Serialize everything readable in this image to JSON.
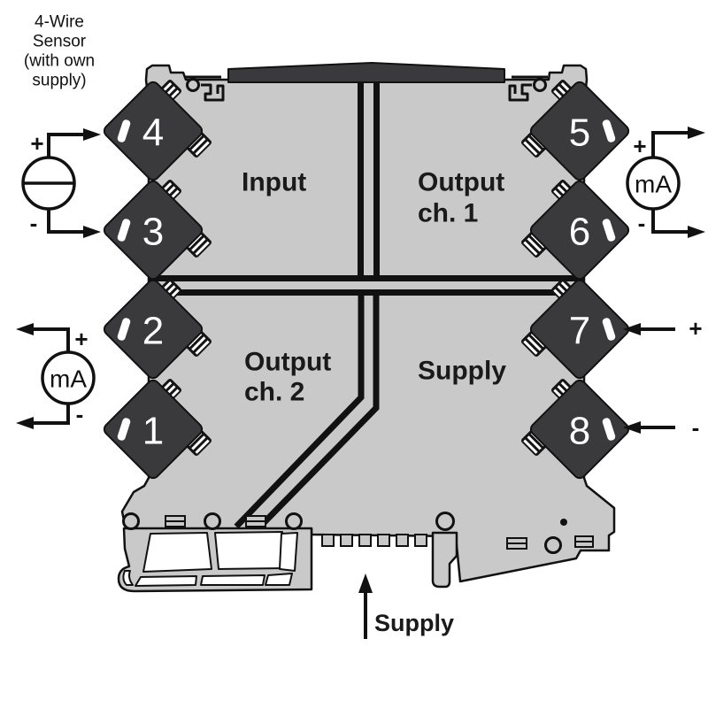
{
  "note": {
    "lines": [
      "4-Wire",
      "Sensor",
      "(with own",
      "supply)"
    ]
  },
  "module": {
    "terminals": [
      "1",
      "2",
      "3",
      "4",
      "5",
      "6",
      "7",
      "8"
    ],
    "regions": {
      "input": "Input",
      "output": "Output",
      "ch1": "ch. 1",
      "ch2": "ch. 2",
      "supply": "Supply"
    }
  },
  "annotations": {
    "meter": "mA",
    "plus": "+",
    "minus": "-",
    "supply_label": "Supply"
  },
  "colors": {
    "background": "#ffffff",
    "module_body": "#c9c9c9",
    "terminal_dark": "#3a3a3c",
    "outline": "#111111",
    "label_text": "#1a1a1a",
    "terminal_text": "#ffffff"
  }
}
